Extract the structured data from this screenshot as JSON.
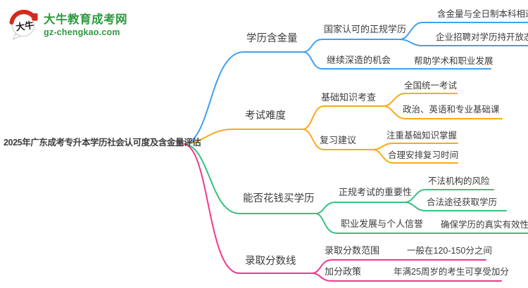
{
  "logo": {
    "icon_text": "大牛",
    "site_name": "大牛教育成考网",
    "site_url": "gz-chengkao.com"
  },
  "colors": {
    "brand_green": "#2d9b3f",
    "brand_red": "#d7281d",
    "node_text": "#3c3c3c"
  },
  "mindmap": {
    "root": "2025年广东成考专升本学历社会认可度及含金量评估",
    "branches": [
      {
        "label": "学历含金量",
        "color": "#41a0ee",
        "children": [
          {
            "label": "国家认可的正规学历",
            "children": [
              {
                "label": "含金量与全日制本科相近"
              },
              {
                "label": "企业招聘对学历持开放态度"
              }
            ]
          },
          {
            "label": "继续深造的机会",
            "children": [
              {
                "label": "帮助学术和职业发展"
              }
            ]
          }
        ]
      },
      {
        "label": "考试难度",
        "color": "#fba919",
        "children": [
          {
            "label": "基础知识考查",
            "children": [
              {
                "label": "全国统一考试"
              },
              {
                "label": "政治、英语和专业基础课"
              }
            ]
          },
          {
            "label": "复习建议",
            "children": [
              {
                "label": "注重基础知识掌握"
              },
              {
                "label": "合理安排复习时间"
              }
            ]
          }
        ]
      },
      {
        "label": "能否花钱买学历",
        "color": "#35c17d",
        "children": [
          {
            "label": "正规考试的重要性",
            "children": [
              {
                "label": "不法机构的风险"
              },
              {
                "label": "合法途径获取学历"
              }
            ]
          },
          {
            "label": "职业发展与个人信誉",
            "children": [
              {
                "label": "确保学历的真实有效性"
              }
            ]
          }
        ]
      },
      {
        "label": "录取分数线",
        "color": "#f1388c",
        "children": [
          {
            "label": "录取分数范围",
            "children": [
              {
                "label": "一般在120-150分之间"
              }
            ]
          },
          {
            "label": "加分政策",
            "children": [
              {
                "label": "年满25周岁的考生可享受加分"
              }
            ]
          }
        ]
      }
    ]
  }
}
